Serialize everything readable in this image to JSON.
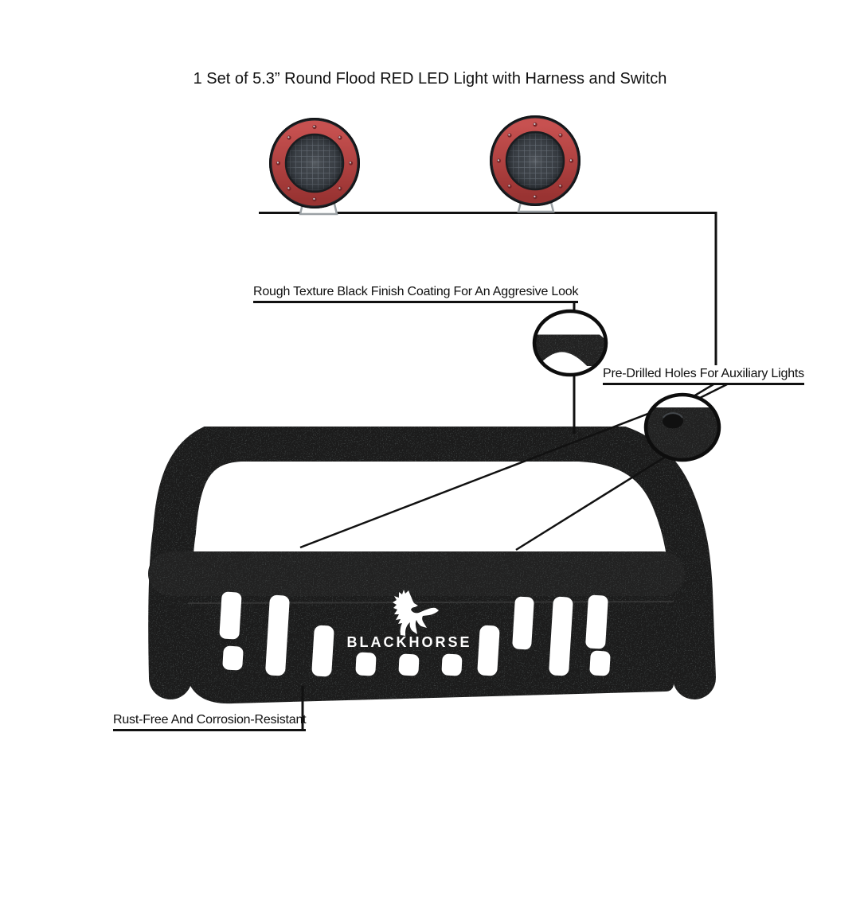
{
  "title": "1 Set of 5.3” Round Flood RED LED Light with Harness and Switch",
  "callouts": {
    "texture_finish": "Rough Texture Black Finish Coating For An Aggresive Look",
    "predrilled_holes": "Pre-Drilled Holes For Auxiliary Lights",
    "rust_free": "Rust-Free And Corrosion-Resistant"
  },
  "logo": {
    "brand": "BLACKHORSE",
    "icon": "rearing-horse-icon"
  },
  "lights": {
    "count": 2,
    "bezel_color": "#b84343",
    "lens_color": "#3c4147",
    "housing_color": "#202327"
  },
  "product": {
    "bar_finish_color": "#1e1e1e",
    "annotation_line_color": "#111111",
    "background_color": "#ffffff"
  }
}
